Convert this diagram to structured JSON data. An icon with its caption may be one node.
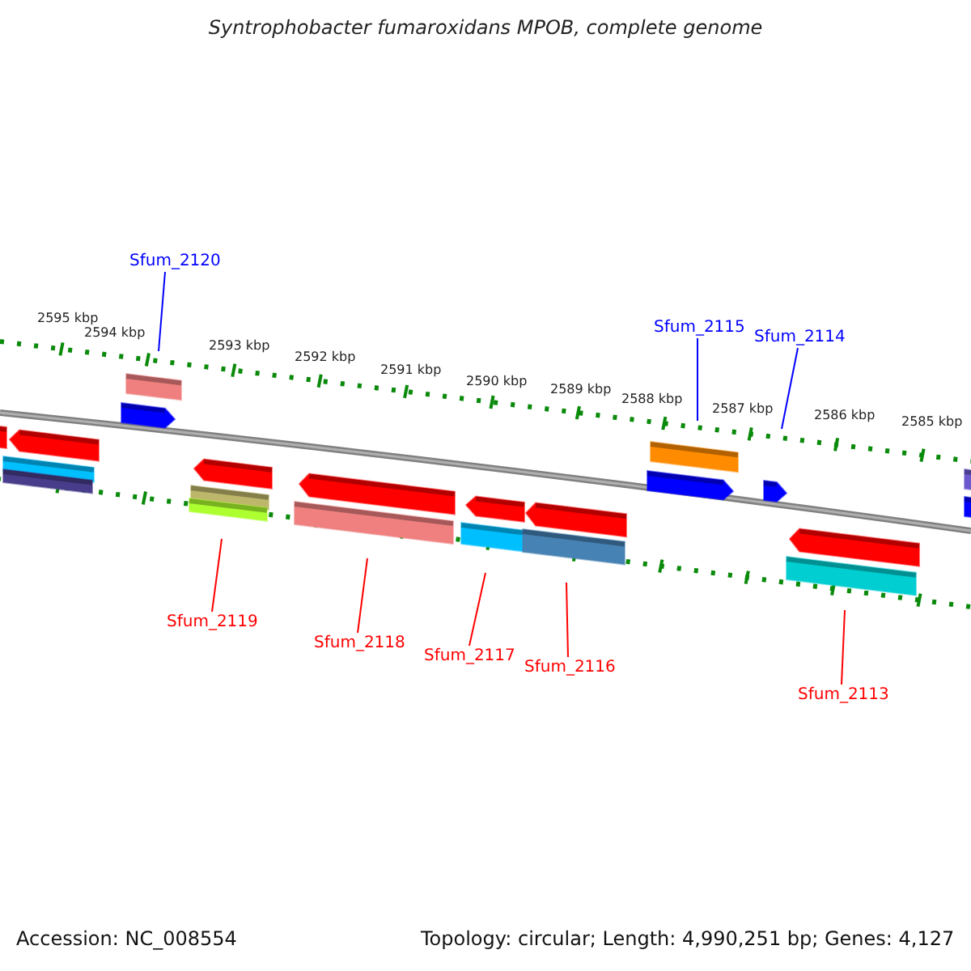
{
  "diagram": {
    "title": "Syntrophobacter fumaroxidans MPOB, complete genome",
    "nodes": [
      {
        "text": [
          "Sfum_2120"
        ]
      },
      {
        "text": [
          "Sfum_2115"
        ]
      },
      {
        "text": [
          "Sfum_2114"
        ]
      },
      {
        "text": [
          "Sfum_2119"
        ]
      },
      {
        "text": [
          "Sfum_2118"
        ]
      },
      {
        "text": [
          "Sfum_2117"
        ]
      },
      {
        "text": [
          "Sfum_2116"
        ]
      },
      {
        "text": [
          "Sfum_2113"
        ]
      }
    ],
    "edges": [
      {
        "from": 0,
        "to": null,
        "arrow": "none",
        "color": "#0000ff"
      },
      {
        "from": 1,
        "to": null,
        "arrow": "none",
        "color": "#0000ff"
      },
      {
        "from": 2,
        "to": null,
        "arrow": "none",
        "color": "#0000ff"
      },
      {
        "from": 3,
        "to": null,
        "arrow": "none"
      },
      {
        "from": 4,
        "to": null,
        "arrow": "none"
      },
      {
        "from": 5,
        "to": null,
        "arrow": "none"
      },
      {
        "from": 6,
        "to": null,
        "arrow": "none"
      },
      {
        "from": 7,
        "to": null,
        "arrow": "none"
      }
    ],
    "labels": [
      "2595 kbp",
      "2594 kbp",
      "2593 kbp",
      "2592 kbp",
      "2591 kbp",
      "2590 kbp",
      "2589 kbp",
      "2588 kbp",
      "2587 kbp",
      "2586 kbp",
      "2585 kbp",
      "Accession: NC_008554",
      "Topology: circular; Length: 4,990,251 bp; Genes: 4,127"
    ]
  }
}
